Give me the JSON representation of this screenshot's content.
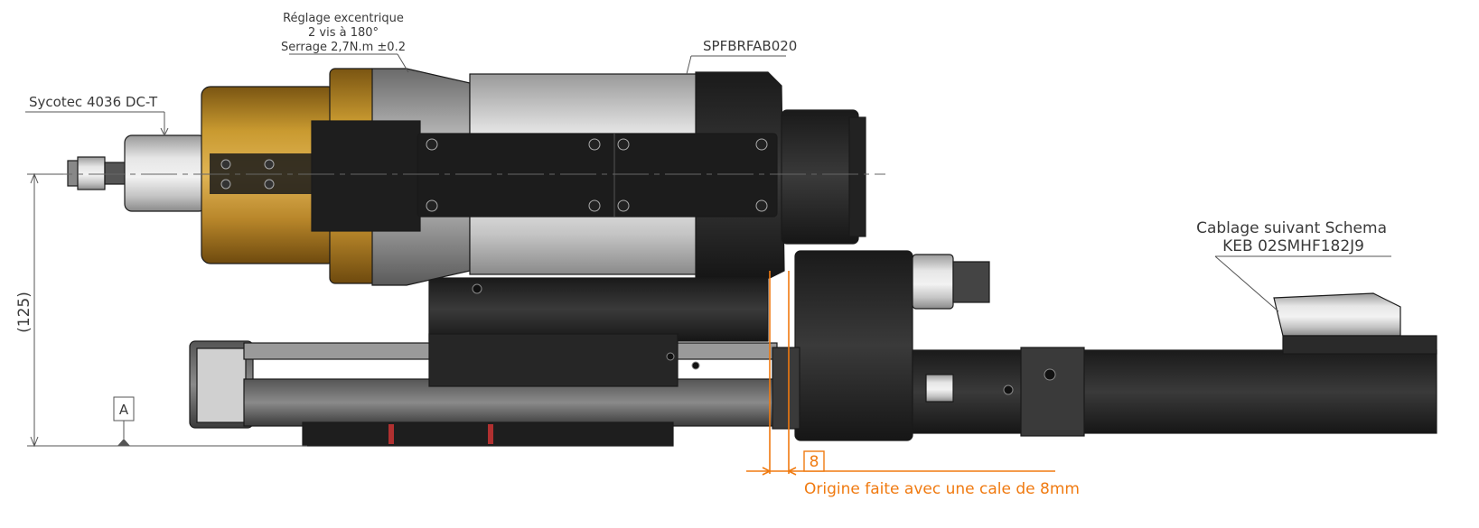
{
  "annotations": {
    "reglage_line1": "Réglage excentrique",
    "reglage_line2": "2 vis à 180°",
    "reglage_line3": "Serrage 2,7N.m ±0.2",
    "sycotec": "Sycotec 4036 DC-T",
    "spindle_ref": "SPFBRFAB020",
    "cablage_line1": "Cablage suivant Schema",
    "cablage_line2": "KEB 02SMHF182J9",
    "dimension_height": "(125)",
    "datum": "A",
    "shim_value": "8",
    "origine_note": "Origine faite avec une cale de 8mm"
  },
  "colors": {
    "orange": "#f07a10",
    "brass": "#b88a2a",
    "dark_body": "#2a2a2a",
    "silver": "#c8c8c8"
  }
}
